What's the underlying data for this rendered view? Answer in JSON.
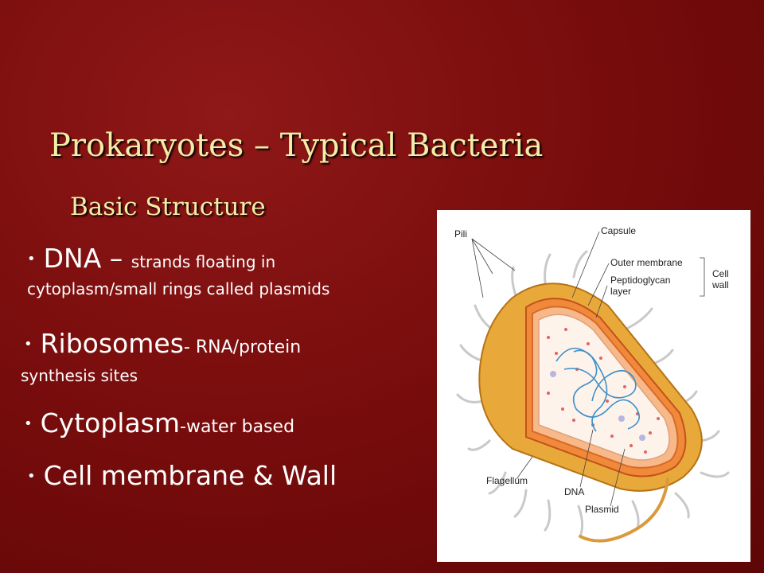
{
  "slide": {
    "title": "Prokaryotes – Typical Bacteria",
    "subtitle": "Basic Structure",
    "bullets": [
      {
        "term": "DNA – ",
        "desc": "strands floating in",
        "cont": "cytoplasm/small rings called plasmids"
      },
      {
        "term": "Ribosomes",
        "desc": "- RNA/protein",
        "cont": "synthesis sites"
      },
      {
        "term": "Cytoplasm",
        "desc": "-water based"
      },
      {
        "term": "Cell membrane & Wall"
      }
    ],
    "bullet_char": "•"
  },
  "diagram": {
    "labels": {
      "pili": "Pili",
      "capsule": "Capsule",
      "outer_membrane": "Outer membrane",
      "peptidoglycan_1": "Peptidoglycan",
      "peptidoglycan_2": "layer",
      "cell_wall_1": "Cell",
      "cell_wall_2": "wall",
      "flagellum": "Flagellum",
      "dna": "DNA",
      "plasmid": "Plasmid"
    }
  },
  "colors": {
    "background": "#7a0d0d",
    "title_text": "#f3eda8",
    "body_text": "#ffffff",
    "capsule": "#e9a93a",
    "cytoplasm": "#fdf3ea",
    "dna": "#3f8fc8"
  }
}
